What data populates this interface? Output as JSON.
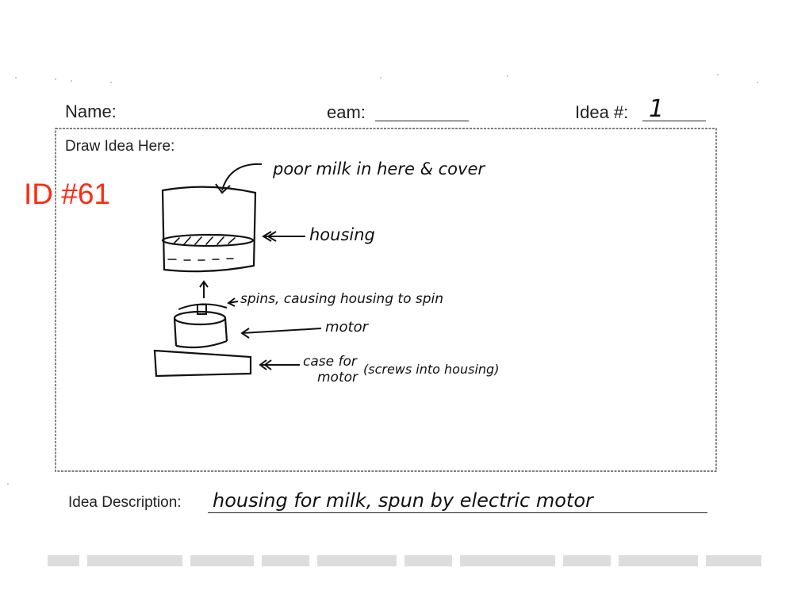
{
  "header": {
    "name_label": "Name:",
    "team_label": "eam:",
    "idea_number_label": "Idea #:",
    "idea_number_value": "1"
  },
  "panel": {
    "title": "Draw Idea Here:"
  },
  "stamp": {
    "text": "ID #61",
    "color": "#ff2a10"
  },
  "sketch": {
    "annotations": {
      "top": "poor milk in here & cover",
      "housing": "housing",
      "spins": "spins, causing housing to spin",
      "motor": "motor",
      "case_line1": "case for",
      "case_line2": "motor",
      "case_note": "(screws into housing)"
    }
  },
  "description": {
    "label": "Idea Description:",
    "value": "housing for milk, spun by electric motor"
  }
}
